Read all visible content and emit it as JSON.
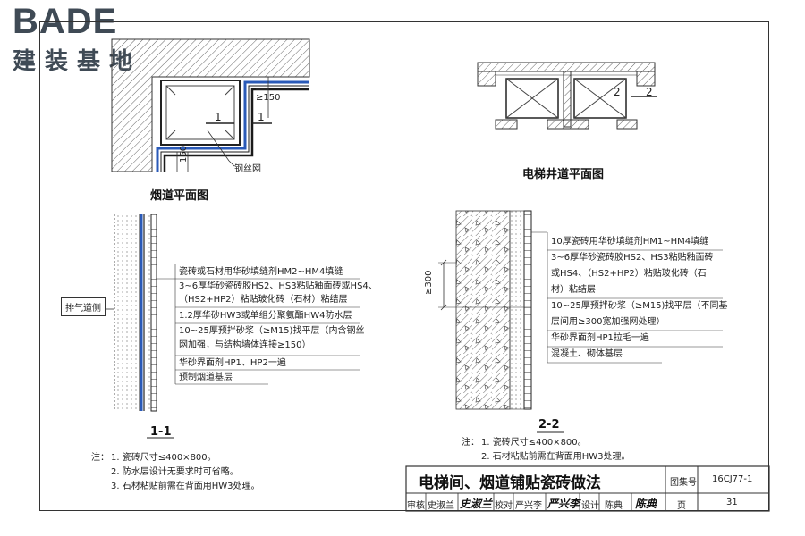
{
  "logo": {
    "top": "BADE",
    "bottom": "建装基地"
  },
  "drawing": {
    "flue_plan": {
      "title": "烟道平面图",
      "dim": "≥150",
      "dim2": "150",
      "mesh_label": "钢丝网",
      "section_mark": "1"
    },
    "shaft_plan": {
      "title": "电梯井道平面图",
      "section_mark": "2"
    },
    "section_1_1": {
      "title": "1-1",
      "duct_label": "排气道侧",
      "layers": [
        "瓷砖或石材用华砂填缝剂HM2~HM4填缝",
        "3~6厚华砂瓷砖胶HS2、HS3粘贴釉面砖或HS4、",
        "（HS2+HP2）粘贴玻化砖（石材）粘结层",
        "1.2厚华砂HW3或单组分聚氨酯HW4防水层",
        "10~25厚预拌砂浆（≥M15)找平层（内含钢丝",
        "网加强，与结构墙体连接≥150）",
        "华砂界面剂HP1、HP2一遍",
        "预制烟道基层"
      ]
    },
    "section_2_2": {
      "title": "2-2",
      "dim": "≥300",
      "layers": [
        "10厚瓷砖用华砂填缝剂HM1~HM4填缝",
        "3~6厚华砂瓷砖胶HS2、HS3粘贴釉面砖",
        "或HS4、（HS2+HP2）粘贴玻化砖（石",
        "材）粘结层",
        "10~25厚预拌砂浆（≥M15)找平层（不同基",
        "层间用≥300宽加强网处理）",
        "华砂界面剂HP1拉毛一遍",
        "混凝土、砌体基层"
      ]
    },
    "notes_left": {
      "label": "注：",
      "items": [
        "1. 瓷砖尺寸≤400×800。",
        "2. 防水层设计无要求时可省略。",
        "3. 石材粘贴前需在背面用HW3处理。"
      ]
    },
    "notes_right": {
      "label": "注：",
      "items": [
        "1. 瓷砖尺寸≤400×800。",
        "2. 石材粘贴前需在背面用HW3处理。"
      ]
    }
  },
  "title_block": {
    "title": "电梯间、烟道铺贴瓷砖做法",
    "atlas_label": "图集号",
    "atlas_no": "16CJ77-1",
    "review_label": "审核",
    "reviewer": "史淑兰",
    "reviewer_sig": "史淑兰",
    "check_label": "校对",
    "checker": "严兴李",
    "checker_sig": "严兴李",
    "design_label": "设计",
    "designer": "陈典",
    "designer_sig": "陈典",
    "page_label": "页",
    "page_no": "31"
  }
}
